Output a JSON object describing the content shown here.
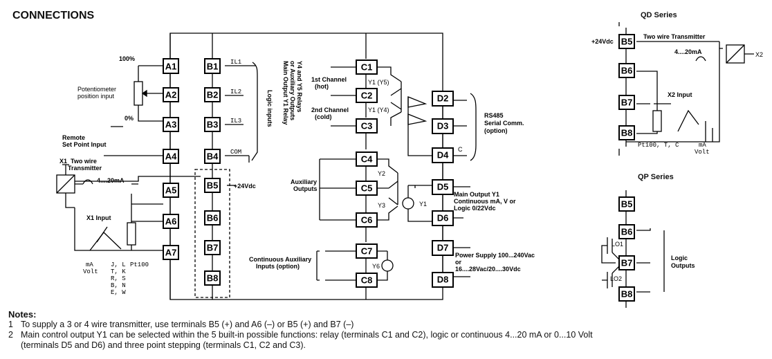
{
  "title": "CONNECTIONS",
  "qd_title": "QD Series",
  "qp_title": "QP Series",
  "terminals": {
    "A1": "A1",
    "A2": "A2",
    "A3": "A3",
    "A4": "A4",
    "A5": "A5",
    "A6": "A6",
    "A7": "A7",
    "B1": "B1",
    "B2": "B2",
    "B3": "B3",
    "B4": "B4",
    "B5": "B5",
    "B6": "B6",
    "B7": "B7",
    "B8": "B8",
    "C1": "C1",
    "C2": "C2",
    "C3": "C3",
    "C4": "C4",
    "C5": "C5",
    "C6": "C6",
    "C7": "C7",
    "C8": "C8",
    "D2": "D2",
    "D3": "D3",
    "D4": "D4",
    "D5": "D5",
    "D6": "D6",
    "D7": "D7",
    "D8": "D8"
  },
  "labels": {
    "pct100": "100%",
    "pct0": "0%",
    "pot1": "Potentiometer",
    "pot2": "position input",
    "rsp1": "Remote",
    "rsp2": "Set Point Input",
    "x1": "X1",
    "tw1": "Two wire",
    "tw2": "Transmitter",
    "ma420": "4....20mA",
    "x1in": "X1 Input",
    "ma": "mA",
    "volt": "Volt",
    "tc1": "J, L",
    "tc2": "T, K",
    "tc3": "R, S",
    "tc4": "B, N",
    "tc5": "E, W",
    "pt100": "Pt100",
    "il1": "IL1",
    "il2": "IL2",
    "il3": "IL3",
    "com": "COM",
    "logic_inputs": "Logic inputs",
    "p24": "+24Vdc",
    "mo1": "Main Output Y1 Relay",
    "mo2": "or Auxiliary Outputs",
    "mo3": "Y4 and Y5 Relays",
    "ch1a": "1st Channel",
    "ch1b": "(hot)",
    "ch2a": "2nd Channel",
    "ch2b": "(cold)",
    "y1y5": "Y1 (Y5)",
    "y1y4": "Y1 (Y4)",
    "aux1": "Auxiliary",
    "aux2": "Outputs",
    "y2": "Y2",
    "y3": "Y3",
    "y1": "Y1",
    "y6": "Y6",
    "cai1": "Continuous Auxiliary",
    "cai2": "Inputs (option)",
    "rs1": "RS485",
    "rs2": "Serial Comm.",
    "rs3": "(option)",
    "c": "C",
    "mo_y1_1": "Main Output Y1",
    "mo_y1_2": "Continuous mA, V or",
    "mo_y1_3": "Logic 0/22Vdc",
    "ps1": "Power Supply 100...240Vac",
    "ps2": "or",
    "ps3": "16....28Vac/20....30Vdc",
    "qd_tw": "Two wire Transmitter",
    "qd_ma": "4....20mA",
    "x2": "X2",
    "x2in": "X2 Input",
    "qd_pt": "Pt100,  T, C",
    "qd_ma2": "mA",
    "qd_volt": "Volt",
    "lo1": "LO1",
    "lo2": "LO2",
    "logic_out1": "Logic",
    "logic_out2": "Outputs"
  },
  "notes": {
    "heading": "Notes:",
    "n1_num": "1",
    "n1": "To supply a 3 or 4 wire transmitter, use terminals B5 (+) and A6 (–) or B5 (+) and B7 (–)",
    "n2_num": "2",
    "n2a": "Main control output Y1 can be selected within the 5 built-in possible functions: relay (terminals C1 and C2), logic or continuous 4...20 mA or 0...10 Volt",
    "n2b": "(terminals D5 and D6) and three point stepping (terminals C1, C2 and C3)."
  }
}
